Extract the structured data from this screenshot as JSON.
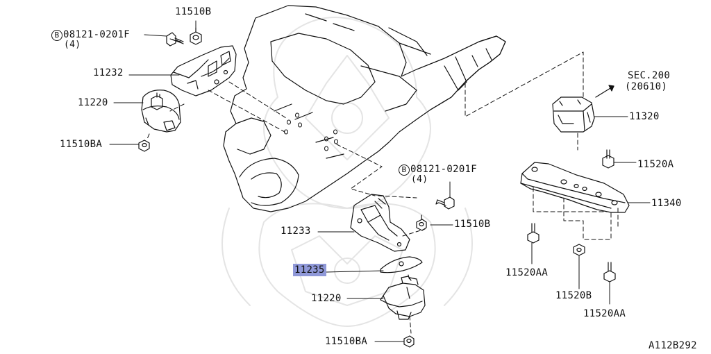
{
  "diagram": {
    "ref_code": "A112B292",
    "labels": {
      "nut_top": "11510B",
      "bolt_top_mark": "B",
      "bolt_top": "08121-0201F",
      "bolt_top_qty": "(4)",
      "bracket_front": "11232",
      "insulator_front": "11220",
      "nut_front_lower": "11510BA",
      "bolt_mid_mark": "B",
      "bolt_mid": "08121-0201F",
      "bolt_mid_qty": "(4)",
      "bracket_rear": "11233",
      "nut_mid": "11510B",
      "heat_shield": "11235",
      "insulator_rear": "11220",
      "nut_rear_lower": "11510BA",
      "section_ref": "SEC.200",
      "section_sub": "(20610)",
      "mount_rear": "11320",
      "bolt_member": "11520A",
      "member_rear": "11340",
      "bolt_member_left": "11520AA",
      "nut_member": "11520B",
      "bolt_member_right": "11520AA"
    }
  }
}
